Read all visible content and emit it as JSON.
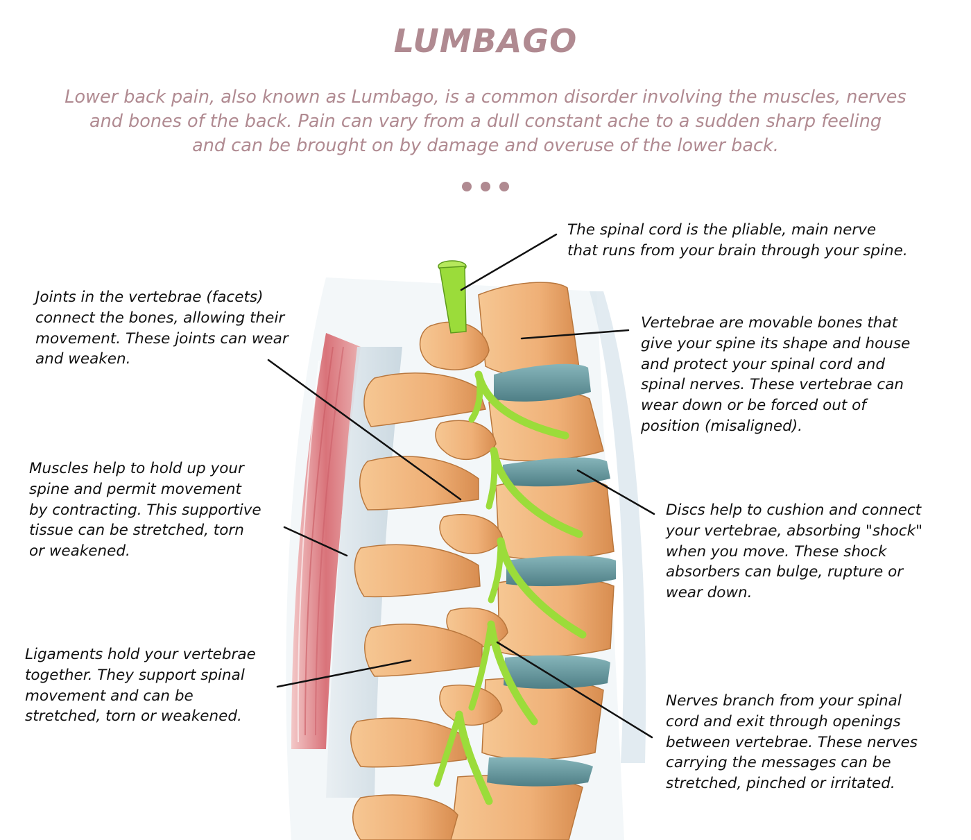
{
  "title": "LUMBAGO",
  "intro": {
    "line1": "Lower back pain, also known as Lumbago, is a common disorder involving the muscles, nerves",
    "line2": "and bones of the back. Pain can vary from a dull constant ache to a sudden sharp feeling",
    "line3": "and can be brought on by damage and overuse of the lower back."
  },
  "colors": {
    "accent": "#b08a91",
    "bone": "#efb077",
    "bone_dark": "#c97e44",
    "disc": "#6e9fa5",
    "nerve": "#9bdc3a",
    "muscle": "#d9737a"
  },
  "labels": {
    "spinal_cord": [
      "The spinal cord is the pliable, main nerve",
      "that runs from your brain through your spine."
    ],
    "joints": [
      "Joints in the vertebrae (facets)",
      "connect the bones, allowing their",
      "movement. These joints can wear",
      "and weaken."
    ],
    "vertebrae": [
      "Vertebrae are movable bones that",
      "give your spine its shape and house",
      "and protect your spinal cord and",
      "spinal nerves. These vertebrae can",
      "wear down or be forced out of",
      "position (misaligned)."
    ],
    "muscles": [
      "Muscles help to hold up your",
      "spine and permit movement",
      "by contracting. This supportive",
      "tissue can be stretched, torn",
      "or weakened."
    ],
    "discs": [
      "Discs help to cushion and connect",
      "your vertebrae, absorbing \"shock\"",
      "when you move. These shock",
      "absorbers can bulge, rupture or",
      "wear down."
    ],
    "ligaments": [
      "Ligaments hold your vertebrae",
      "together. They support spinal",
      "movement and can be",
      "stretched, torn or weakened."
    ],
    "nerves": [
      "Nerves branch from your spinal",
      "cord and exit through openings",
      "between vertebrae. These nerves",
      "carrying the messages can be",
      "stretched, pinched or irritated."
    ]
  }
}
